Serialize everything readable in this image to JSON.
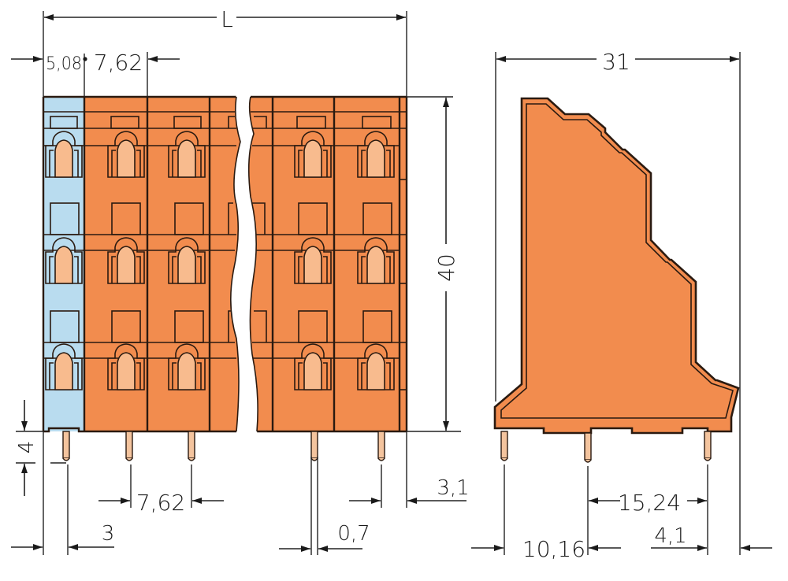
{
  "drawing": {
    "title": "3-level PCB terminal block dimensional drawing",
    "views": [
      "front-view",
      "side-view"
    ],
    "colors": {
      "body_orange": "#F28C4E",
      "end_plate_blue": "#B9DCEF",
      "clamp_light": "#F8BB8E",
      "pin_color": "#F4C49E",
      "outline": "#2A1A10",
      "dimension_lines": "#222222"
    }
  },
  "front_view": {
    "levels": 3,
    "poles_shown": 6,
    "break_mark": true,
    "dimensions": {
      "overall_length": "L",
      "end_plate_width": "5,08",
      "pole_pitch_top": "7,62",
      "height": "40",
      "pin_length": "4",
      "pin_pitch": "7,62",
      "pin_offset_left": "3",
      "pin_thickness": "0,7",
      "pin_offset_right": "3,1"
    }
  },
  "side_view": {
    "dimensions": {
      "overall_depth": "31",
      "pin_spacing_1": "10,16",
      "pin_spacing_2": "15,24",
      "rear_offset": "4,1"
    }
  }
}
